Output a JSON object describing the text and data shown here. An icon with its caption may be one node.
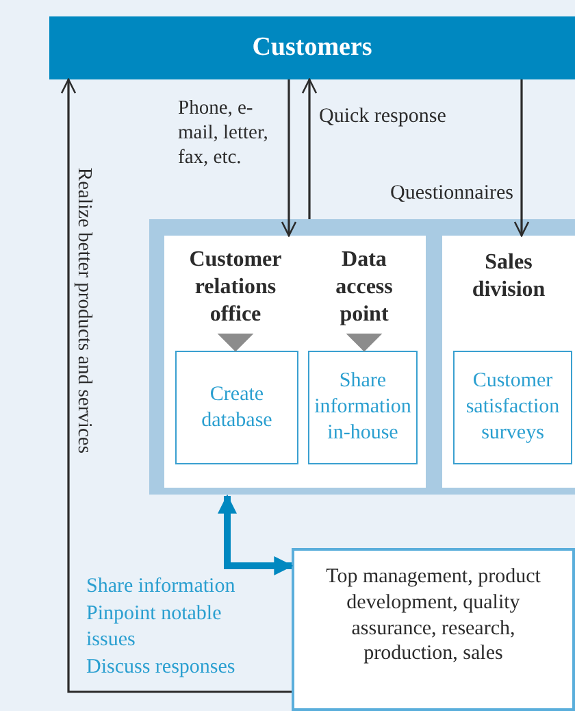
{
  "diagram": {
    "nodes": [
      {
        "text": [
          "Customers"
        ]
      },
      {
        "text": [],
        "shape": "box"
      },
      {
        "text": [],
        "shape": "box",
        "in": 1
      },
      {
        "text": [
          "Customer relations office"
        ],
        "in": 2
      },
      {
        "text": [
          "Data access point"
        ],
        "in": 2
      },
      {
        "text": [
          "Create database"
        ],
        "in": 2
      },
      {
        "text": [
          "Share information in-house"
        ],
        "in": 2
      },
      {
        "text": [
          "Sales division"
        ],
        "in": 1
      },
      {
        "text": [
          "Customer satisfaction surveys"
        ],
        "in": 7
      },
      {
        "text": [
          "Top management, product development, quality assurance, research, production, sales"
        ]
      }
    ],
    "edges": [
      {
        "from": 0,
        "to": 2,
        "arrow": "to",
        "label": "Phone, e-mail, letter, fax, etc."
      },
      {
        "from": 1,
        "to": 0,
        "arrow": "to",
        "label": "Quick response"
      },
      {
        "from": 0,
        "to": 7,
        "arrow": "to",
        "label": "Questionnaires"
      },
      {
        "from": 3,
        "to": 5,
        "arrow": "to",
        "color": "#8c8c8c"
      },
      {
        "from": 4,
        "to": 6,
        "arrow": "to",
        "color": "#8c8c8c"
      },
      {
        "from": 9,
        "to": 1,
        "arrow": "both",
        "style": "thick",
        "color": "#0088c0"
      },
      {
        "from": 9,
        "to": 0,
        "arrow": "to",
        "label": "Realize better products and services"
      }
    ],
    "labels": [
      "Share information",
      "Pinpoint notable issues",
      "Discuss responses"
    ]
  }
}
